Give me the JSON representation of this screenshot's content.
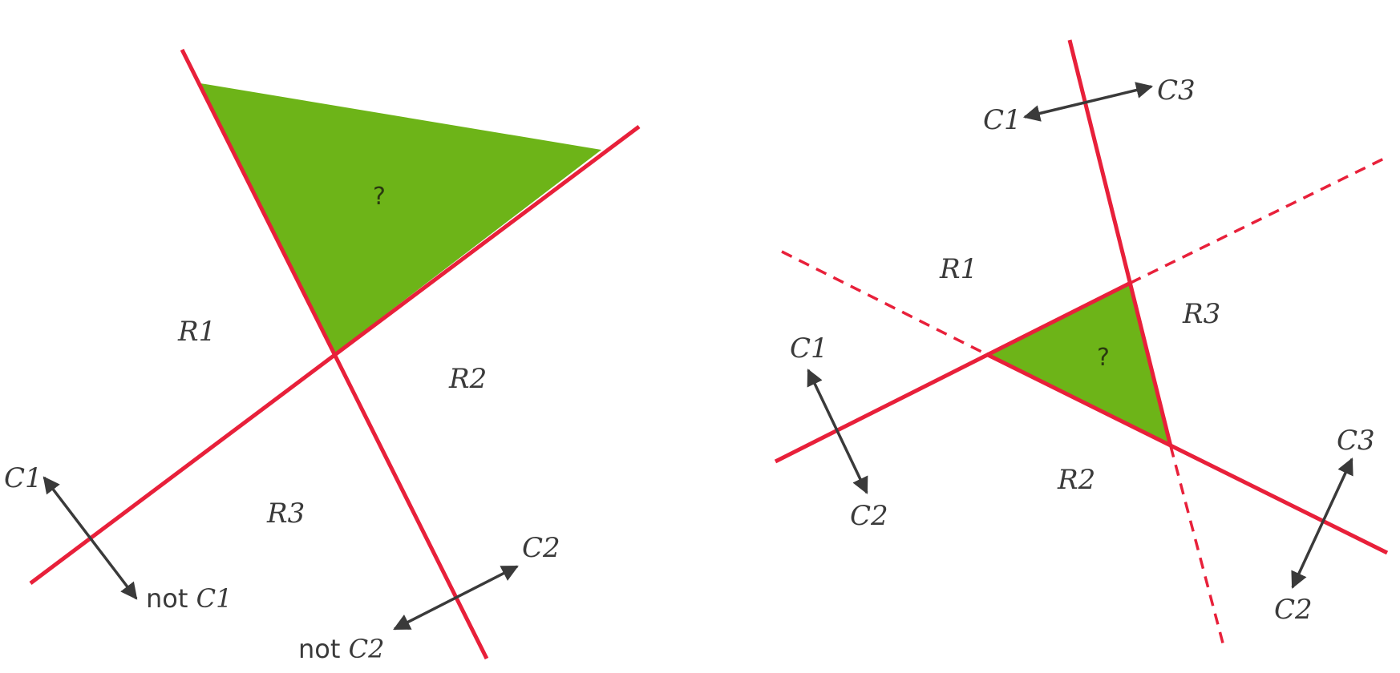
{
  "colors": {
    "boundary": "#e8203a",
    "ambiguous_fill": "#6db418",
    "arrow": "#3a3a3a",
    "text": "#3a3a3a"
  },
  "left_panel": {
    "question_mark": "?",
    "regions": {
      "r1": "R1",
      "r2": "R2",
      "r3": "R3"
    },
    "arrow1": {
      "a": "C1",
      "b_prefix": "not ",
      "b": "C1"
    },
    "arrow2": {
      "a": "C2",
      "b_prefix": "not ",
      "b": "C2"
    }
  },
  "right_panel": {
    "question_mark": "?",
    "regions": {
      "r1": "R1",
      "r2": "R2",
      "r3": "R3"
    },
    "arrow_top": {
      "a": "C1",
      "b": "C3"
    },
    "arrow_left": {
      "a": "C1",
      "b": "C2"
    },
    "arrow_right": {
      "a": "C3",
      "b": "C2"
    }
  }
}
